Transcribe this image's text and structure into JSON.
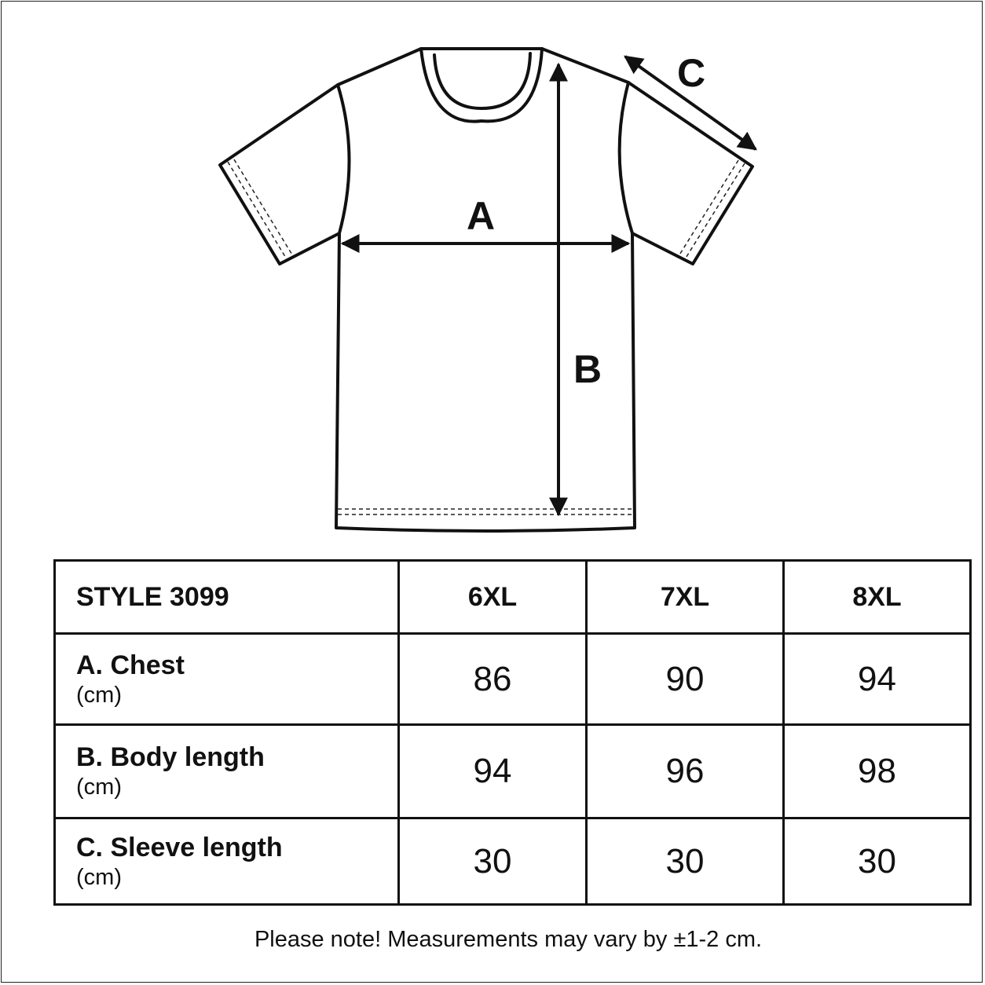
{
  "diagram": {
    "labels": {
      "a": "A",
      "b": "B",
      "c": "C"
    }
  },
  "table": {
    "style_label": "STYLE 3099",
    "sizes": [
      "6XL",
      "7XL",
      "8XL"
    ],
    "rows": [
      {
        "name": "A. Chest",
        "unit": "(cm)",
        "values": [
          "86",
          "90",
          "94"
        ]
      },
      {
        "name": "B. Body length",
        "unit": "(cm)",
        "values": [
          "94",
          "96",
          "98"
        ]
      },
      {
        "name": "C. Sleeve length",
        "unit": "(cm)",
        "values": [
          "30",
          "30",
          "30"
        ]
      }
    ]
  },
  "note": "Please note! Measurements may vary by ±1-2 cm."
}
